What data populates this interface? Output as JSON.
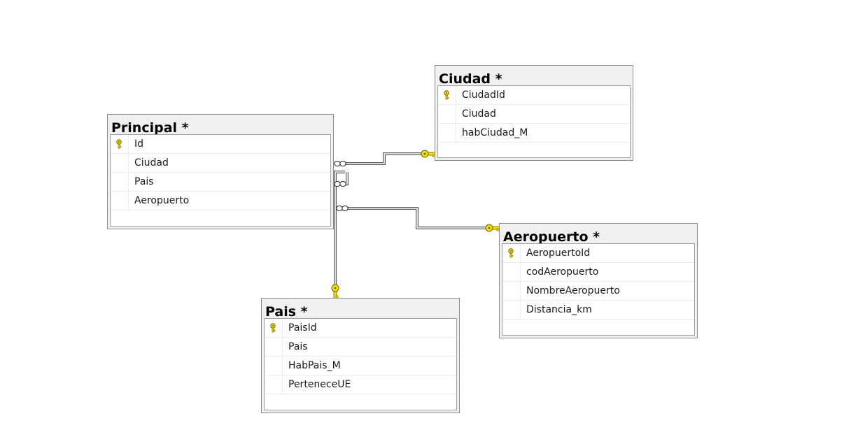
{
  "tables": {
    "principal": {
      "title": "Principal *",
      "columns": [
        "Id",
        "Ciudad",
        "Pais",
        "Aeropuerto"
      ],
      "key": "Id"
    },
    "ciudad": {
      "title": "Ciudad *",
      "columns": [
        "CiudadId",
        "Ciudad",
        "habCiudad_M"
      ],
      "key": "CiudadId"
    },
    "aeropuerto": {
      "title": "Aeropuerto *",
      "columns": [
        "AeropuertoId",
        "codAeropuerto",
        "NombreAeropuerto",
        "Distancia_km"
      ],
      "key": "AeropuertoId"
    },
    "pais": {
      "title": "Pais *",
      "columns": [
        "PaisId",
        "Pais",
        "HabPais_M",
        "PerteneceUE"
      ],
      "key": "PaisId"
    }
  },
  "relationships": [
    {
      "from": "Principal",
      "to": "Ciudad"
    },
    {
      "from": "Principal",
      "to": "Pais"
    },
    {
      "from": "Principal",
      "to": "Aeropuerto"
    }
  ],
  "colors": {
    "key_fill": "#f2e200",
    "key_stroke": "#6b6200",
    "line": "#5a5a5a"
  }
}
